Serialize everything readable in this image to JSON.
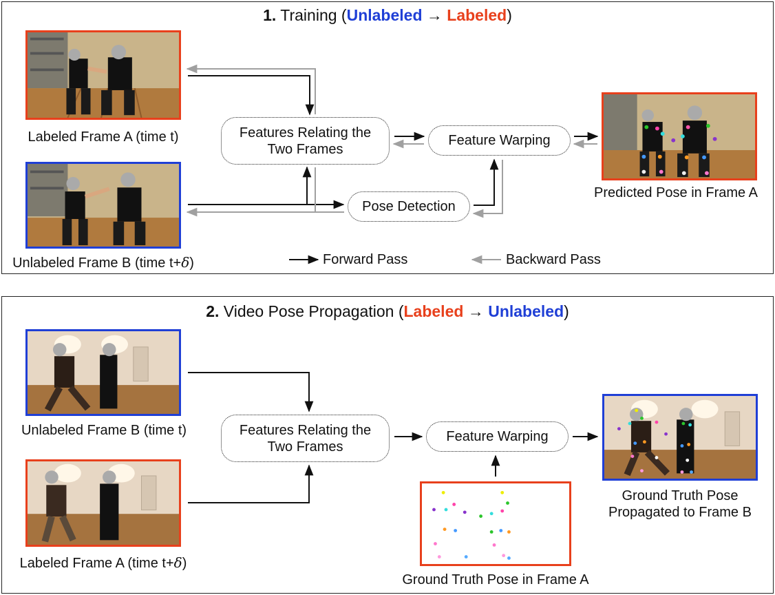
{
  "panel1": {
    "title_num": "1.",
    "title_text": "Training (",
    "title_from": "Unlabeled",
    "title_arrow": "→",
    "title_to": "Labeled",
    "title_close": ")",
    "frame_a_caption": "Labeled Frame A (time t)",
    "frame_b_caption_prefix": "Unlabeled Frame B (time t+",
    "frame_b_caption_delta": "δ",
    "frame_b_caption_suffix": ")",
    "node_features_line1": "Features Relating the",
    "node_features_line2": "Two Frames",
    "node_warping": "Feature Warping",
    "node_pose_detection": "Pose Detection",
    "predicted_caption": "Predicted Pose in Frame A",
    "legend_forward": "Forward Pass",
    "legend_backward": "Backward Pass"
  },
  "panel2": {
    "title_num": "2.",
    "title_text": "Video Pose Propagation (",
    "title_from": "Labeled",
    "title_arrow": "→",
    "title_to": "Unlabeled",
    "title_close": ")",
    "frame_b_caption": "Unlabeled Frame B (time t)",
    "frame_a_caption_prefix": "Labeled Frame A (time t+",
    "frame_a_caption_delta": "δ",
    "frame_a_caption_suffix": ")",
    "node_features_line1": "Features Relating the",
    "node_features_line2": "Two Frames",
    "node_warping": "Feature Warping",
    "gt_caption": "Ground Truth Pose in Frame A",
    "propagated_caption_line1": "Ground Truth Pose",
    "propagated_caption_line2": "Propagated to Frame B"
  },
  "colors": {
    "labeled_red": "#e8401c",
    "unlabeled_blue": "#1f3fd6",
    "forward_arrow": "#111111",
    "backward_arrow": "#a0a0a0"
  }
}
